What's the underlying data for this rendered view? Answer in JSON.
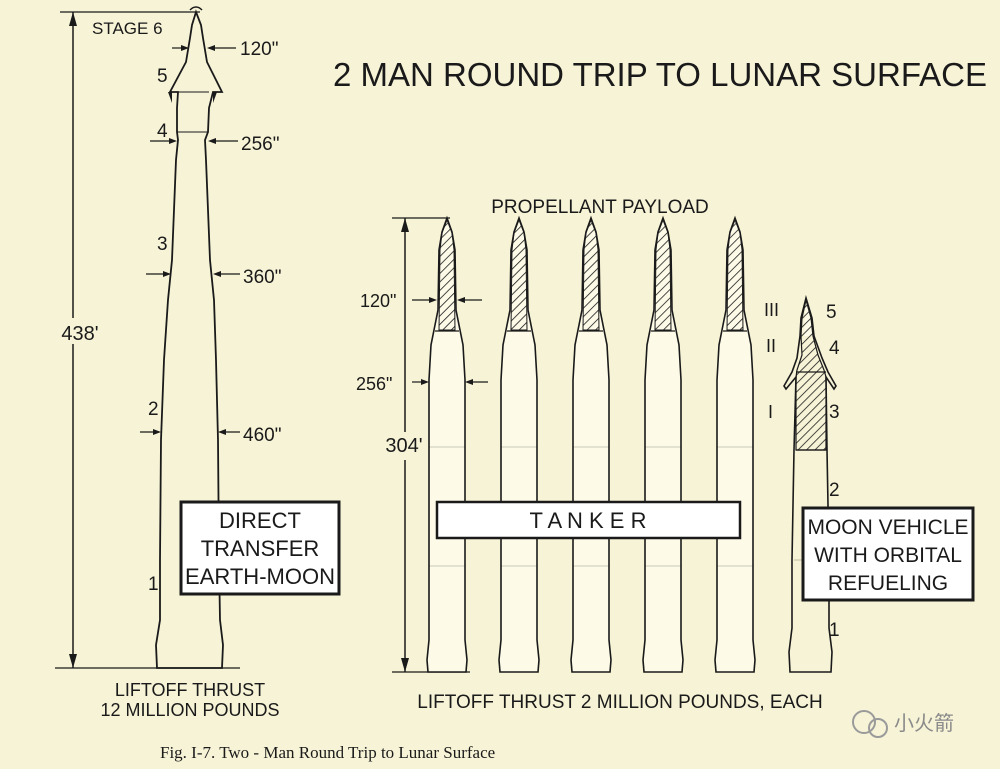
{
  "title": "2 MAN ROUND TRIP TO LUNAR SURFACE",
  "caption": "Fig. I-7.   Two - Man Round Trip to Lunar Surface",
  "watermark": "小火箭",
  "direct": {
    "stage6_label": "STAGE 6",
    "stage_numbers": [
      "5",
      "4",
      "3",
      "2",
      "1"
    ],
    "diameters": [
      "120\"",
      "256\"",
      "360\"",
      "460\""
    ],
    "height": "438'",
    "box_lines": [
      "DIRECT",
      "TRANSFER",
      "EARTH-MOON"
    ],
    "thrust_lines": [
      "LIFTOFF THRUST",
      "12 MILLION POUNDS"
    ]
  },
  "tankers": {
    "payload_label": "PROPELLANT PAYLOAD",
    "diameters": [
      "120\"",
      "256\""
    ],
    "height": "304'",
    "banner": "T A N K E R",
    "count": 5
  },
  "moon_vehicle": {
    "roman": [
      "III",
      "II",
      "I"
    ],
    "stage_numbers": [
      "5",
      "4",
      "3",
      "2",
      "1"
    ],
    "box_lines": [
      "MOON VEHICLE",
      "WITH ORBITAL",
      "REFUELING"
    ]
  },
  "thrust_right": "LIFTOFF THRUST 2 MILLION POUNDS, EACH",
  "colors": {
    "background": "#f7f3d6",
    "ink": "#1a1a1a",
    "box": "#ffffff"
  }
}
